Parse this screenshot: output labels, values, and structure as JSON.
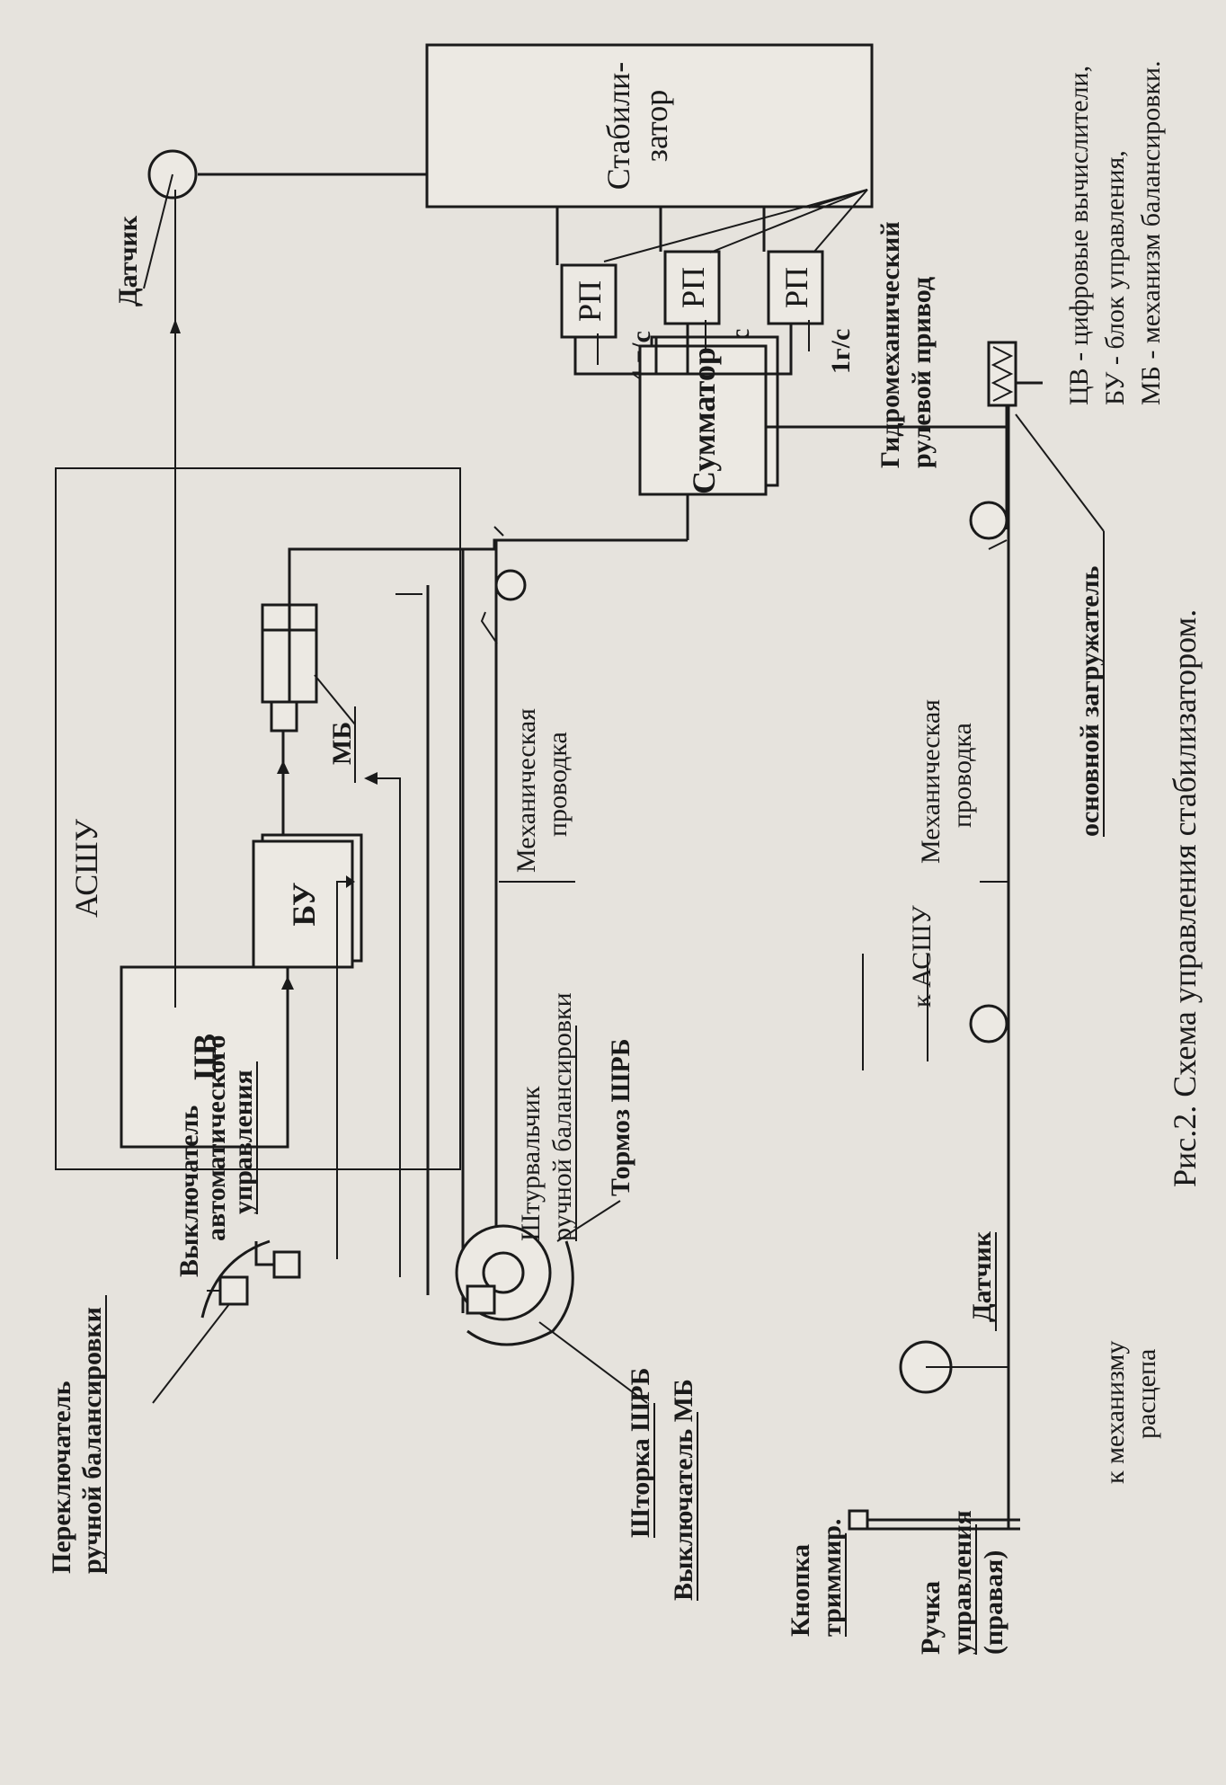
{
  "blocks": {
    "stabilizer_line1": "Стабили-",
    "stabilizer_line2": "затор",
    "rp1": "РП",
    "rp2": "РП",
    "rp3": "РП",
    "summator": "Сумматор",
    "bu": "БУ",
    "tsv": "ЦВ",
    "asshu": "АСШУ",
    "mb": "МБ"
  },
  "rates": {
    "r1": "4 г/с",
    "r2": "2г/с",
    "r3": "1г/с"
  },
  "labels": {
    "sensor_top": "Датчик",
    "drive_line1": "Гидромеханический",
    "drive_line2": "рулевой привод",
    "mech1_line1": "Механическая",
    "mech1_line2": "проводка",
    "mech2_line1": "Механическая",
    "mech2_line2": "проводка",
    "loader": "основной загружатель",
    "switch_manual_line1": "Переключатель",
    "switch_manual_line2": "ручной балансировки",
    "auto_off_line1": "Выключатель",
    "auto_off_line2": "автоматического",
    "auto_off_line3": "управления",
    "wheel_line1": "Штурвальчик",
    "wheel_line2": "ручной балансировки",
    "brake": "Тормоз ШРБ",
    "shutter": "Шторка ШРБ",
    "mb_off": "Выключатель МБ",
    "trim_line1": "Кнопка",
    "trim_line2": "триммир.",
    "handle_line1": "Ручка",
    "handle_line2": "управления",
    "handle_line3": "(правая)",
    "sensor_bottom": "Датчик",
    "to_asshu": "к АСШУ",
    "to_uncoupling_line1": "к механизму",
    "to_uncoupling_line2": "расцепа"
  },
  "legend": {
    "l1": "ЦВ - цифровые вычислители,",
    "l2": "БУ - блок управления,",
    "l3": "МБ - механизм балансировки."
  },
  "caption": "Рис.2. Схема управления стабилизатором."
}
